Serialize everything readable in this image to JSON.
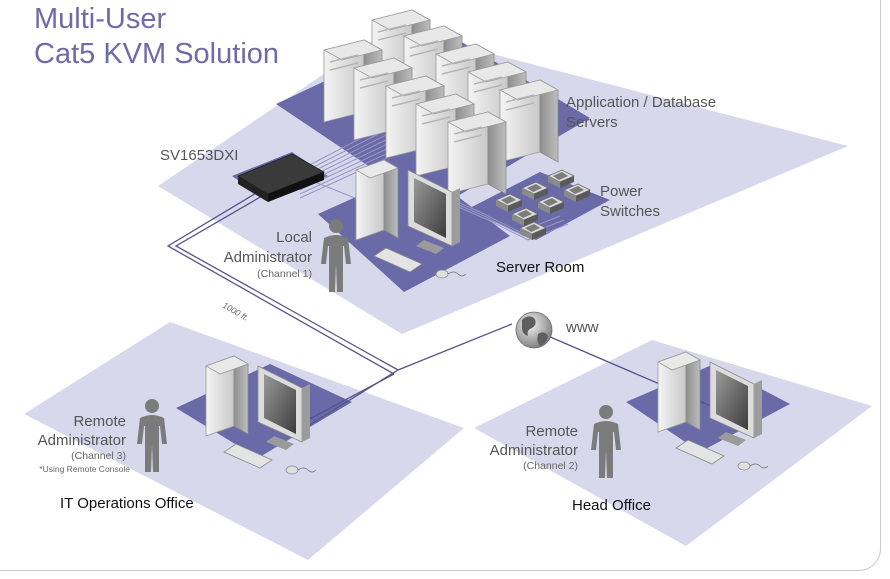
{
  "title": {
    "line1": "Multi-User",
    "line2": "Cat5 KVM Solution"
  },
  "colors": {
    "title": "#6f6aa8",
    "floor": "#d8d8ec",
    "pad": "#6a6aa8",
    "cable": "#54548c"
  },
  "labels": {
    "servers": {
      "line1": "Application / Database",
      "line2": "Servers"
    },
    "switch_model": "SV1653DXI",
    "power": {
      "line1": "Power",
      "line2": "Switches"
    },
    "local_admin": {
      "line1": "Local",
      "line2": "Administrator",
      "channel": "(Channel 1)"
    },
    "server_room": "Server Room",
    "distance": "1000 ft.",
    "www": "www",
    "remote_admin_3": {
      "line1": "Remote",
      "line2": "Administrator",
      "channel": "(Channel 3)",
      "note": "*Using Remote Console"
    },
    "it_office": "IT Operations Office",
    "remote_admin_2": {
      "line1": "Remote",
      "line2": "Administrator",
      "channel": "(Channel 2)"
    },
    "head_office": "Head Office"
  },
  "icons": [
    "server-tower-icon",
    "kvm-switch-icon",
    "power-switch-icon",
    "workstation-icon",
    "person-icon",
    "globe-icon"
  ]
}
